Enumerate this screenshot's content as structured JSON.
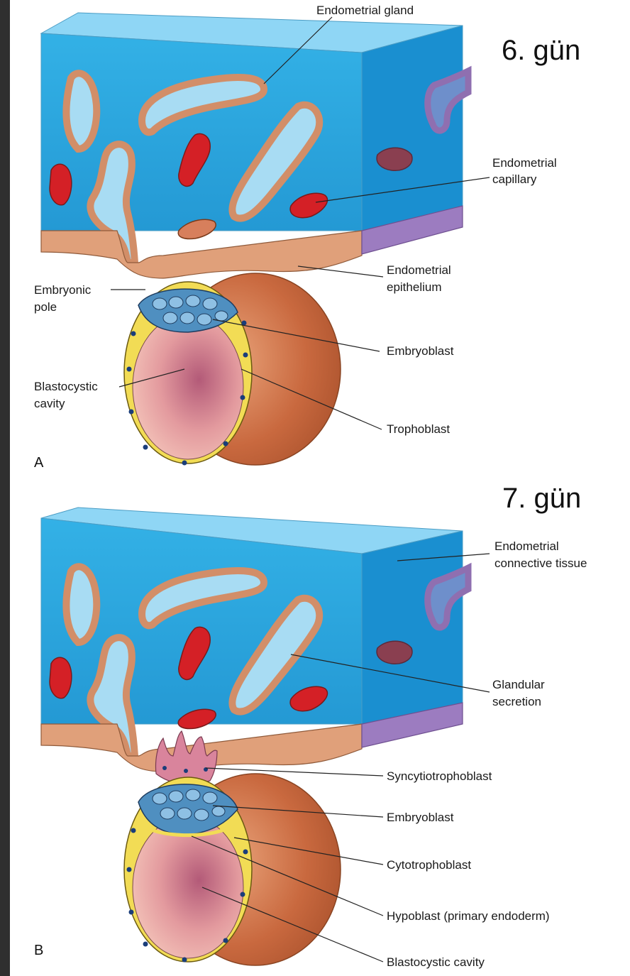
{
  "panels": [
    {
      "letter": "A",
      "day": "6. gün",
      "labels": {
        "endometrial_gland": "Endometrial gland",
        "endometrial_capillary_1": "Endometrial",
        "endometrial_capillary_2": "capillary",
        "endometrial_epithelium_1": "Endometrial",
        "endometrial_epithelium_2": "epithelium",
        "embryonic_pole_1": "Embryonic",
        "embryonic_pole_2": "pole",
        "embryoblast": "Embryoblast",
        "blastocystic_cavity_1": "Blastocystic",
        "blastocystic_cavity_2": "cavity",
        "trophoblast": "Trophoblast"
      }
    },
    {
      "letter": "B",
      "day": "7. gün",
      "labels": {
        "connective_tissue_1": "Endometrial",
        "connective_tissue_2": "connective tissue",
        "glandular_secretion_1": "Glandular",
        "glandular_secretion_2": "secretion",
        "syncytiotrophoblast": "Syncytiotrophoblast",
        "embryoblast": "Embryoblast",
        "cytotrophoblast": "Cytotrophoblast",
        "hypoblast": "Hypoblast (primary endoderm)",
        "blastocystic_cavity": "Blastocystic cavity"
      }
    }
  ],
  "colors": {
    "tissue_front": "#2aa8e0",
    "tissue_top": "#8fd6f5",
    "tissue_side": "#1a8fd0",
    "epithelium": "#d7966f",
    "capillary": "#d42026",
    "trophoblast_sphere": "#c66a45",
    "cavity": "#e7a0a4",
    "embryoblast": "#4f8fc0",
    "trophoblast_ring": "#f2dc55"
  }
}
